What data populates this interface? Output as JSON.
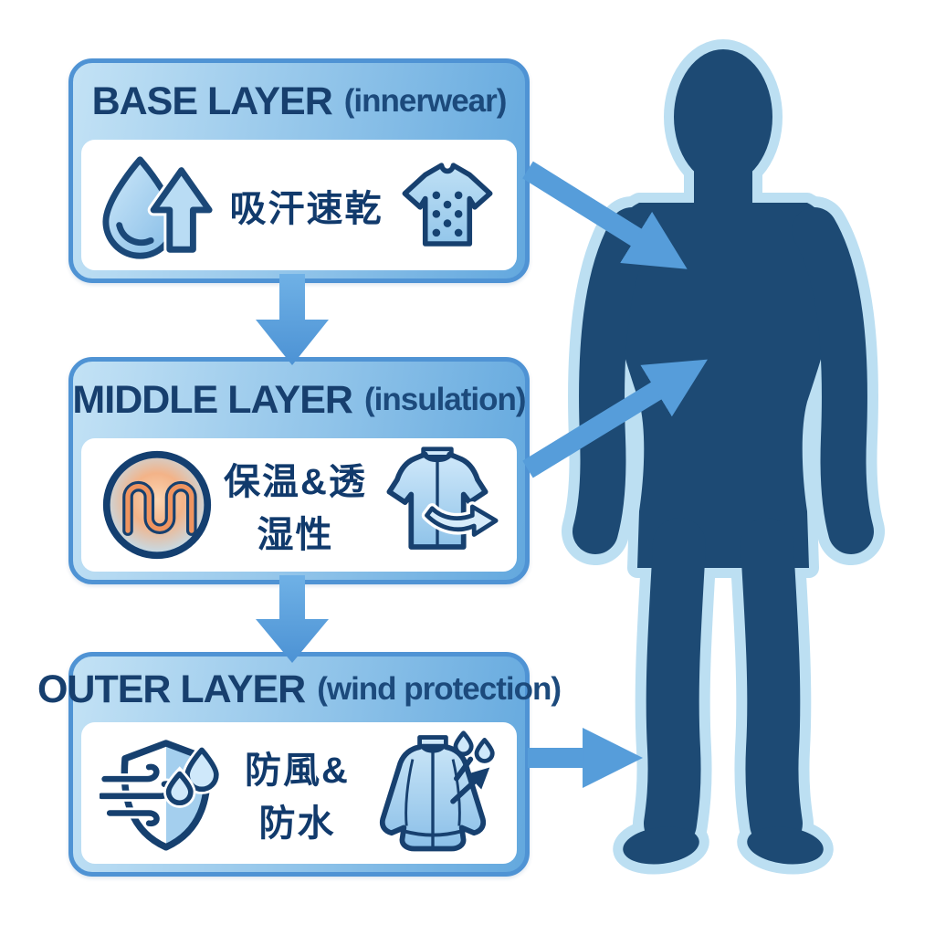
{
  "page": {
    "background": "#ffffff",
    "description": "Clothing layering system diagram with three layer boxes pointing at a human silhouette"
  },
  "colors": {
    "box_border_blue": "#4f93d4",
    "header_gradient_start": "#c3e2f5",
    "header_gradient_end": "#63a8de",
    "title_navy": "#173f6e",
    "feature_navy": "#113a6c",
    "arrow_blue": "#569dda",
    "body_navy": "#1d4a74",
    "body_halo_blue": "#bcdff2",
    "coil_orange": "#ef9460",
    "icon_fill_light_blue": "#a9d4f0"
  },
  "layers": [
    {
      "title": "BASE LAYER",
      "subtitle": "(innerwear)",
      "feature": "吸汗速乾",
      "left_icon": "water-drop-up-arrow-icon",
      "right_icon": "perforated-tshirt-icon"
    },
    {
      "title": "MIDDLE LAYER",
      "subtitle": "(insulation)",
      "feature": "保温&透湿性",
      "left_icon": "heating-coil-icon",
      "right_icon": "shirt-moisture-arrow-icon"
    },
    {
      "title": "OUTER LAYER",
      "subtitle": "(wind protection)",
      "feature": "防風&防水",
      "left_icon": "wind-rain-shield-icon",
      "right_icon": "waterproof-jacket-icon"
    }
  ],
  "figure": {
    "name": "human-body-silhouette"
  },
  "connectors": {
    "down_arrows_between_boxes": 2,
    "arrows_from_boxes_to_body": 3
  }
}
